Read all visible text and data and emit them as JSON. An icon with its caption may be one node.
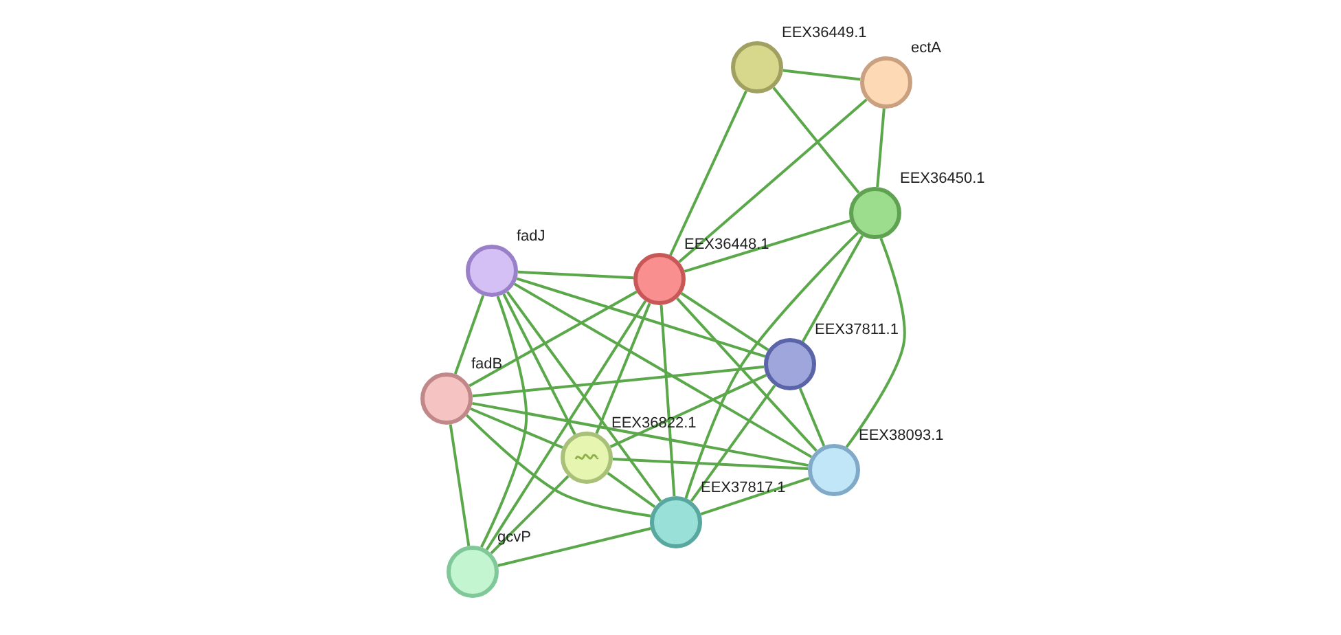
{
  "diagram": {
    "nodes": [
      {
        "text": [
          "EEX36449.1"
        ]
      },
      {
        "text": [
          "ectA"
        ]
      },
      {
        "text": [
          "EEX36450.1"
        ]
      },
      {
        "text": [
          "fadJ"
        ]
      },
      {
        "text": [
          "EEX36448.1"
        ]
      },
      {
        "text": [
          "EEX37811.1"
        ]
      },
      {
        "text": [
          "fadB"
        ]
      },
      {
        "text": [
          "EEX36822.1"
        ]
      },
      {
        "text": [
          "EEX38093.1"
        ]
      },
      {
        "text": [
          "EEX37817.1"
        ]
      },
      {
        "text": [
          "gcvP"
        ]
      }
    ],
    "edges": [
      {
        "from": 0,
        "to": 1,
        "arrow": "none"
      },
      {
        "from": 0,
        "to": 2,
        "arrow": "none"
      },
      {
        "from": 0,
        "to": 4,
        "arrow": "none"
      },
      {
        "from": 1,
        "to": 4,
        "arrow": "none"
      },
      {
        "from": 1,
        "to": 2,
        "arrow": "none"
      },
      {
        "from": 2,
        "to": 4,
        "arrow": "none"
      },
      {
        "from": 2,
        "to": 5,
        "arrow": "none"
      },
      {
        "from": 2,
        "to": 8,
        "arrow": "none"
      },
      {
        "from": 2,
        "to": 9,
        "arrow": "none"
      },
      {
        "from": 3,
        "to": 4,
        "arrow": "none"
      },
      {
        "from": 3,
        "to": 6,
        "arrow": "none"
      },
      {
        "from": 3,
        "to": 7,
        "arrow": "none"
      },
      {
        "from": 3,
        "to": 9,
        "arrow": "none"
      },
      {
        "from": 3,
        "to": 10,
        "arrow": "none"
      },
      {
        "from": 3,
        "to": 5,
        "arrow": "none"
      },
      {
        "from": 3,
        "to": 8,
        "arrow": "none"
      },
      {
        "from": 4,
        "to": 6,
        "arrow": "none"
      },
      {
        "from": 4,
        "to": 7,
        "arrow": "none"
      },
      {
        "from": 4,
        "to": 5,
        "arrow": "none"
      },
      {
        "from": 4,
        "to": 8,
        "arrow": "none"
      },
      {
        "from": 4,
        "to": 9,
        "arrow": "none"
      },
      {
        "from": 4,
        "to": 10,
        "arrow": "none"
      },
      {
        "from": 5,
        "to": 6,
        "arrow": "none"
      },
      {
        "from": 5,
        "to": 7,
        "arrow": "none"
      },
      {
        "from": 5,
        "to": 8,
        "arrow": "none"
      },
      {
        "from": 5,
        "to": 9,
        "arrow": "none"
      },
      {
        "from": 6,
        "to": 7,
        "arrow": "none"
      },
      {
        "from": 6,
        "to": 9,
        "arrow": "none"
      },
      {
        "from": 6,
        "to": 10,
        "arrow": "none"
      },
      {
        "from": 6,
        "to": 8,
        "arrow": "none"
      },
      {
        "from": 7,
        "to": 8,
        "arrow": "none"
      },
      {
        "from": 7,
        "to": 9,
        "arrow": "none"
      },
      {
        "from": 7,
        "to": 10,
        "arrow": "none"
      },
      {
        "from": 8,
        "to": 9,
        "arrow": "none"
      },
      {
        "from": 9,
        "to": 10,
        "arrow": "none"
      }
    ]
  }
}
